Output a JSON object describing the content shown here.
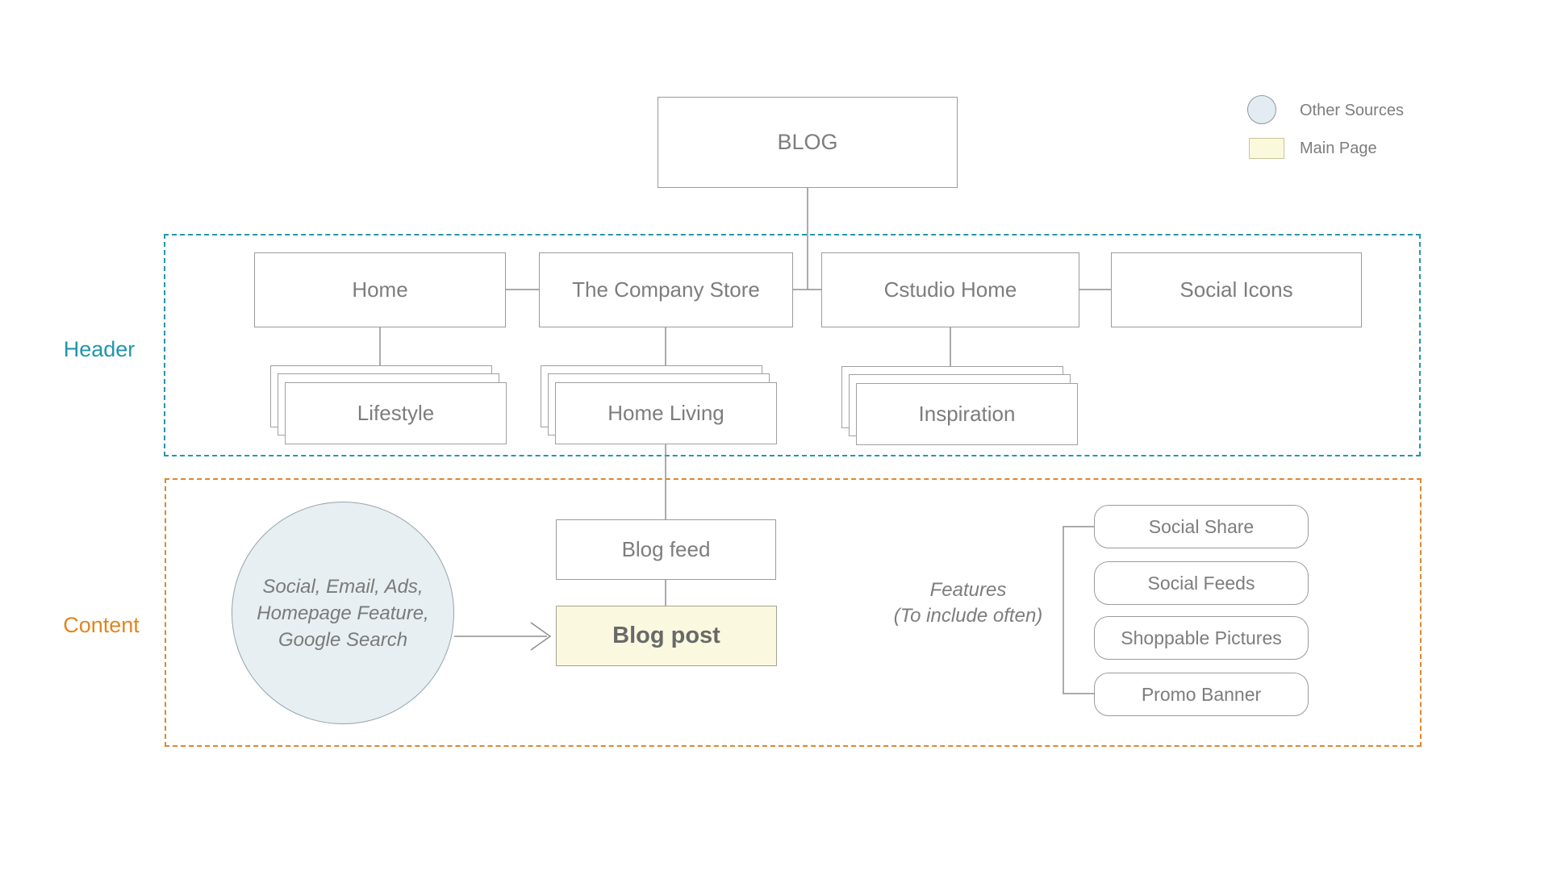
{
  "legend": {
    "other_sources_label": "Other Sources",
    "main_page_label": "Main Page"
  },
  "regions": {
    "header_label": "Header",
    "content_label": "Content"
  },
  "nodes": {
    "blog": "BLOG",
    "home": "Home",
    "company_store": "The Company Store",
    "cstudio_home": "Cstudio Home",
    "social_icons": "Social Icons",
    "lifestyle": "Lifestyle",
    "home_living": "Home Living",
    "inspiration": "Inspiration",
    "blog_feed": "Blog feed",
    "blog_post": "Blog post"
  },
  "other_sources_circle": {
    "lines": [
      "Social, Email, Ads,",
      "Homepage Feature,",
      "Google Search"
    ]
  },
  "features": {
    "title_line1": "Features",
    "title_line2": "(To include often)",
    "items": [
      "Social Share",
      "Social Feeds",
      "Shoppable Pictures",
      "Promo Banner"
    ]
  },
  "colors": {
    "header_accent": "#2596ad",
    "content_accent": "#e0862f",
    "node_border": "#9b9b9b",
    "node_text": "#7d7d7d",
    "main_page_fill": "#faf8df",
    "other_sources_fill": "#e7eff2"
  }
}
